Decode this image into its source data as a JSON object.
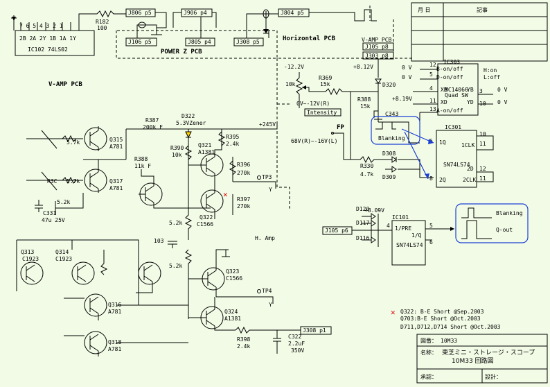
{
  "revision_table": {
    "date_header": "月 日",
    "note_header": "記事"
  },
  "title_block": {
    "drawing_number_label": "図番：",
    "drawing_number": "10M33",
    "name_label": "名称：",
    "name_line1": "東芝ミニ・ストレージ・スコープ",
    "name_line2": "10M33 回路図",
    "approval_label": "承認：",
    "design_label": "設計："
  },
  "labels": {
    "ic102_pins": "2B 2A 2Y 1B 1A 1Y",
    "ic102_pin_numbers": "7  6   5  4  3  2  1",
    "ic102": "IC102 74LS02",
    "r182": "R182",
    "r182_value": "100",
    "j806": "J806 p5",
    "j906": "J906 p4",
    "j106": "J106 p5",
    "j805": "J805 p4",
    "j308_top": "J308 p5",
    "j804": "J804 p5",
    "power_z_pcb": "POWER Z PCB",
    "horizontal_pcb": "Horizontal PCB",
    "v_amp_pcb": "V-AMP PCB",
    "v_amp_pcb_small": "V-AMP PCB",
    "j105_p8": "J105 p8",
    "j303_p8": "J303 p8",
    "neg_12v": "-12.2V",
    "intensity_pot": "10k",
    "r369": "R369",
    "r369_value": "15k",
    "intensity_range": "0V~-12V(R)",
    "intensity": "Intensity",
    "plus_8_12v": "+8.12V",
    "d320": "D320",
    "r388_top": "R388",
    "r388_top_value": "15k",
    "c343": "C343",
    "plus_8_19v": "+8.19V",
    "fp": "FP",
    "fp_range": "68V(R)~-16V(L)",
    "r330": "R330",
    "r330_value": "4.7k",
    "d308": "D308",
    "d309": "D309",
    "ic303": "IC303",
    "ic303_pin12": "B-on/off",
    "ic303_pin5": "D-on/off",
    "ic303_part": "MC14066",
    "ic303_quad": "Quad SW",
    "ic303_xb": "XB",
    "ic303_xd": "XD",
    "ic303_yb": "YB",
    "ic303_yd": "YD",
    "ic303_pin13": "A-on/off",
    "pin12n": "12",
    "pin5n": "5",
    "pin4n": "4",
    "pin11n": "11",
    "pin13n": "13",
    "pin3n": "3",
    "pin10n": "10",
    "pin6n": "6",
    "pin8n": "8",
    "zero_v": "0 V",
    "h_on": "H:on",
    "l_off": "L:off",
    "ic301": "IC301",
    "ic301_1d": "1Q",
    "ic301_1clk": "1CLK",
    "ic301_part": "SN74LS74",
    "ic301_2d": "2D",
    "ic301_2q": "2Q",
    "ic301_2clk": "2CLK",
    "blanking": "Blanking",
    "q_out": "Q-out",
    "plus_8_09v": "+8.09V",
    "d120": "D120",
    "d117": "D117",
    "d116": "D116",
    "j105_p6": "J105 p6",
    "ic101": "IC101",
    "ic101_pre": "1/PRE",
    "ic101_q": "1/Q",
    "ic101_part": "SN74LS74",
    "plus_245v": "+245V",
    "r_5_7k": "5.7k",
    "r3c": "R3C",
    "q315": "Q315",
    "q317": "Q317",
    "a781": "A781",
    "r_5_2k": "5.2k",
    "c331": "C331",
    "c331_value": "47u 25V",
    "r387": "R387",
    "r387_value": "200k F",
    "r388": "R388",
    "r388_value": "11k F",
    "d322": "D322",
    "d322_value": "5.3VZener",
    "r390": "R390",
    "r390_value": "10k",
    "q321": "Q321",
    "a1381": "A1381",
    "r395": "R395",
    "r395_value": "2.4k",
    "r396": "R396",
    "r396_value": "270k",
    "tp3": "TP3",
    "y": "Y",
    "failure_mark": "✕",
    "q322": "Q322",
    "c1566": "C1566",
    "r397": "R397",
    "r397_value": "270k",
    "c103": "103",
    "h_amp": "H. Amp",
    "q323": "Q323",
    "tp4": "TP4",
    "q324": "Q324",
    "r398": "R398",
    "r398_value": "2.4k",
    "c322": "C322",
    "c322_value": "2.2uF",
    "c322_voltage": "350V",
    "j308_p1": "J308 p1",
    "q313": "Q313",
    "q314": "Q314",
    "c1923": "C1923",
    "q316": "Q316",
    "q318": "Q318"
  },
  "notes": [
    "Q322: B-E Short @Sep.2003",
    "Q703:B-E Short @Oct.2003",
    "D711,D712,D714 Short @Oct.2003"
  ]
}
